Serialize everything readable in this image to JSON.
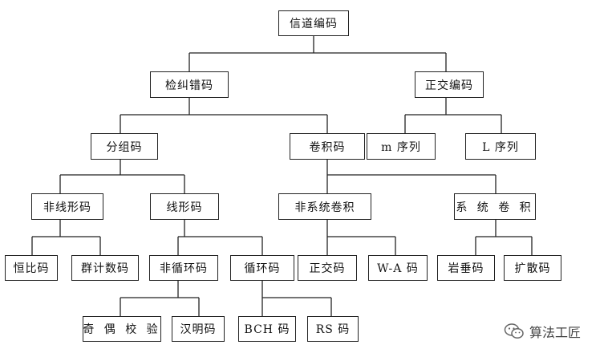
{
  "nodes": {
    "root": "信道编码",
    "error_control": "检纠错码",
    "orthogonal": "正交编码",
    "m_seq": "m 序列",
    "l_seq": "L 序列",
    "block": "分组码",
    "conv": "卷积码",
    "nonlinear": "非线形码",
    "linear": "线形码",
    "nonsys_conv": "非系统卷积",
    "sys_conv": "系 统 卷 积",
    "const_ratio": "恒比码",
    "group_count": "群计数码",
    "noncyclic": "非循环码",
    "cyclic": "循环码",
    "orthogonal_code": "正交码",
    "wa": "W-A 码",
    "rock_vertical": "岩垂码",
    "diffusion": "扩散码",
    "parity": "奇 偶 校 验",
    "hamming": "汉明码",
    "bch": "BCH 码",
    "rs": "RS 码"
  },
  "watermark": {
    "text": "算法工匠",
    "icon": "wechat-icon"
  }
}
